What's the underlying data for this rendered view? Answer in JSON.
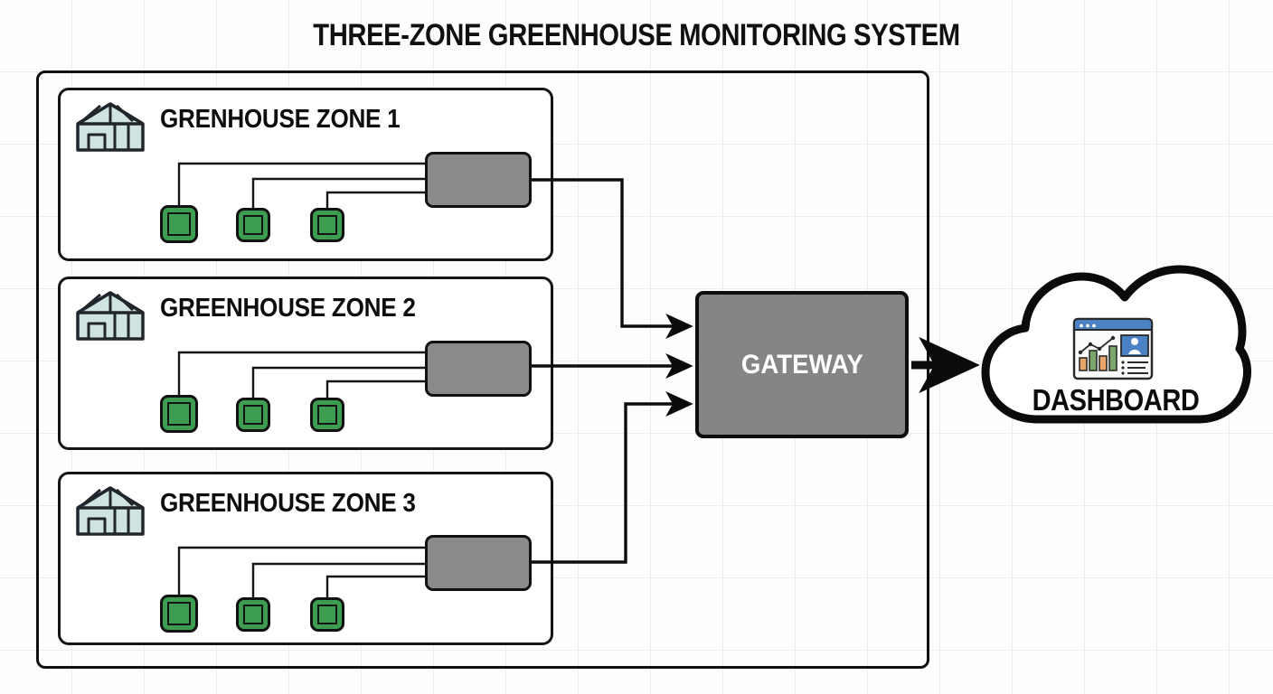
{
  "diagram": {
    "title": "THREE-ZONE GREENHOUSE MONITORING SYSTEM",
    "type": "system-architecture-block-diagram",
    "colors": {
      "sensor_green": "#3d9e51",
      "hub_gray": "#8a8a8a",
      "gateway_gray": "#858585",
      "greenhouse_glass": "#cfe3e1",
      "outline_black": "#101010",
      "grid_line": "#ededed",
      "background": "#fdfdfd",
      "dashboard_blue": "#4a82c4",
      "chart_orange": "#e8a56a",
      "chart_green": "#7aa86a"
    },
    "zones": [
      {
        "id": "zone-1",
        "label": "GRENHOUSE ZONE 1",
        "icon": "greenhouse-icon",
        "hub": {
          "name": "zone-hub",
          "label": ""
        },
        "sensors": [
          {
            "name": "sensor-node",
            "size": "big"
          },
          {
            "name": "sensor-node",
            "size": "small"
          },
          {
            "name": "sensor-node",
            "size": "small"
          }
        ]
      },
      {
        "id": "zone-2",
        "label": "GREENHOUSE ZONE 2",
        "icon": "greenhouse-icon",
        "hub": {
          "name": "zone-hub",
          "label": ""
        },
        "sensors": [
          {
            "name": "sensor-node",
            "size": "big"
          },
          {
            "name": "sensor-node",
            "size": "small"
          },
          {
            "name": "sensor-node",
            "size": "small"
          }
        ]
      },
      {
        "id": "zone-3",
        "label": "GREENHOUSE ZONE 3",
        "icon": "greenhouse-icon",
        "hub": {
          "name": "zone-hub",
          "label": ""
        },
        "sensors": [
          {
            "name": "sensor-node",
            "size": "big"
          },
          {
            "name": "sensor-node",
            "size": "small"
          },
          {
            "name": "sensor-node",
            "size": "small"
          }
        ]
      }
    ],
    "gateway": {
      "label": "GATEWAY",
      "inbound_connections": 3
    },
    "dashboard": {
      "label": "DASHBOARD",
      "icon": "dashboard-window-icon",
      "shape": "cloud"
    },
    "connections": [
      {
        "from": "zone-1-hub",
        "to": "gateway",
        "arrow": true
      },
      {
        "from": "zone-2-hub",
        "to": "gateway",
        "arrow": true
      },
      {
        "from": "zone-3-hub",
        "to": "gateway",
        "arrow": true
      },
      {
        "from": "gateway",
        "to": "dashboard",
        "arrow": true,
        "weight": "thick"
      }
    ]
  }
}
